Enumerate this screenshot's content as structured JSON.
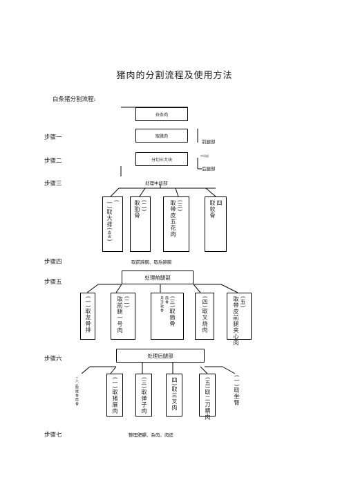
{
  "title": "猪肉的分割流程及使用方法",
  "subtitle": "白条猪分割流程:",
  "steps": {
    "s1": "步骤一",
    "s2": "步骤二",
    "s3": "步骤三",
    "s4": "步骤四",
    "s5": "步骤五",
    "s6": "步骤六",
    "s7": "步骤七"
  },
  "boxes": {
    "whole_pig": "白条肉",
    "remove_fat": "取腊肉",
    "split_three": "分切三大块",
    "front_leg": "前腿部",
    "middle_small": "中间部",
    "hind_leg": "后腿部"
  },
  "step3": {
    "header": "处理中段部",
    "items": [
      [
        "(",
        "一",
        ")",
        "取大排",
        "(",
        "去皮",
        ")"
      ],
      [
        "(",
        "二",
        ")",
        "取肋骨"
      ],
      [
        "(",
        "三",
        ")",
        "取带皮五花肉"
      ],
      [
        "四",
        "取软骨"
      ]
    ]
  },
  "step4_text": "取前蹄膀、取后蹄膀",
  "step5": {
    "header": "处理前腿部",
    "items": [
      [
        "(",
        "一",
        ")",
        "取龙骨排"
      ],
      [
        "(",
        "二",
        ")",
        "取前腿一号肉"
      ],
      [
        "(",
        "三",
        ")",
        "取筒骨",
        "扇骨",
        "月牙软骨"
      ],
      [
        "(",
        "四",
        ")",
        "取叉烧肉"
      ],
      [
        "(",
        "五",
        ")",
        "取带皮前腿夹心肉"
      ]
    ]
  },
  "step6": {
    "header": "处理后腿部",
    "items": [
      [
        "(",
        "一",
        ")",
        "取猪展肉"
      ],
      [
        "(",
        "三",
        ")",
        "取弹子肉"
      ],
      [
        "四",
        ")",
        "取三叉肉"
      ],
      [
        "(",
        "五",
        ")",
        "取二刀精肉"
      ]
    ],
    "left_text": "(八)取尾骨筒骨",
    "right_text": "(一)取坐臀"
  },
  "step7_text": "整理肥膘、杂肉、肉皮"
}
